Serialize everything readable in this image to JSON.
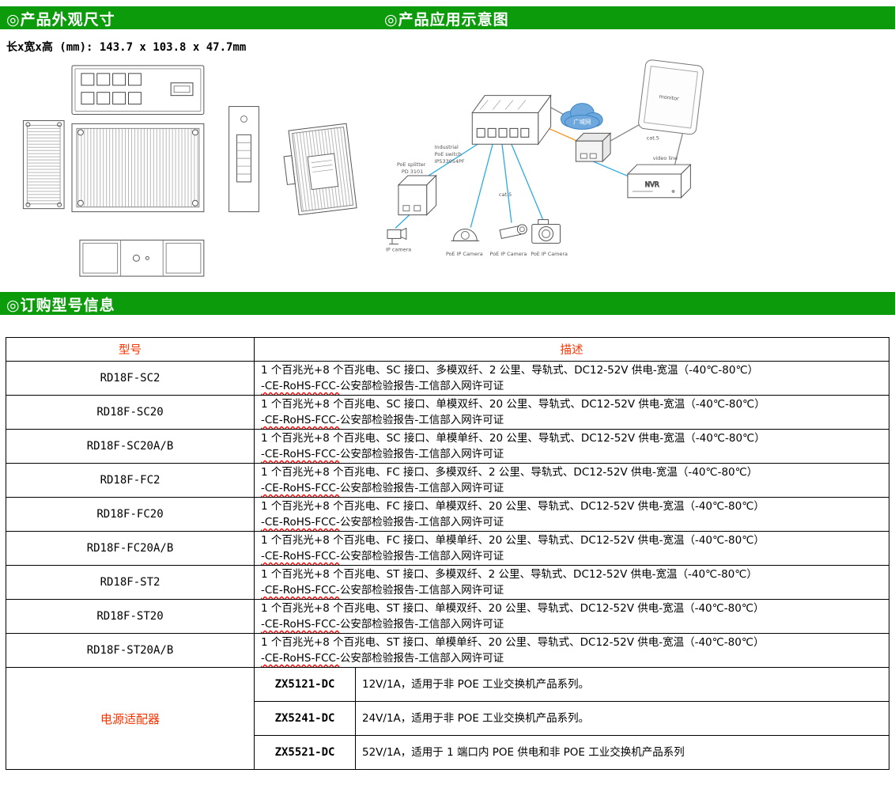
{
  "colors": {
    "section_bar_green": "#0b9b0b",
    "table_header_red": "#ff3300",
    "cable_cyan": "#29abe2",
    "cable_orange": "#f7941d"
  },
  "sections": {
    "appearance_title": "◎产品外观尺寸",
    "application_title": "◎产品应用示意图",
    "ordering_title": "◎订购型号信息"
  },
  "dimensions_text": "长x宽x高 (mm): 143.7 x 103.8 x 47.7mm",
  "diagram": {
    "switch_label_1": "Industrial",
    "switch_label_2": "PoE switch",
    "switch_label_3": "IP533054PF",
    "splitter_label_1": "PoE splitter",
    "splitter_label_2": "PD 3101",
    "cloud_label": "广域网",
    "monitor_label": "monitor",
    "nvr_label": "NVR",
    "cat5_label_1": "cat.5",
    "cat5_label_2": "cat.5",
    "video_line_label": "video line",
    "ip_camera_label": "IP camera",
    "poe_camera_label_1": "PoE IP Camera",
    "poe_camera_label_2": "PoE IP Camera",
    "poe_camera_label_3": "PoE IP Camera"
  },
  "table": {
    "header": {
      "model": "型号",
      "desc": "描述"
    },
    "rows": [
      {
        "model": "RD18F-SC2",
        "desc1": "1 个百兆光+8 个百兆电、SC 接口、多模双纤、2 公里、导轨式、DC12-52V 供电-宽温（-40℃-80℃）",
        "desc2a": "-CE-RoHS-FCC-",
        "desc2b": "公安部检验报告-工信部入网许可证"
      },
      {
        "model": "RD18F-SC20",
        "desc1": "1 个百兆光+8 个百兆电、SC 接口、单模双纤、20 公里、导轨式、DC12-52V 供电-宽温（-40℃-80℃）",
        "desc2a": "-CE-RoHS-FCC-",
        "desc2b": "公安部检验报告-工信部入网许可证"
      },
      {
        "model": "RD18F-SC20A/B",
        "desc1": "1 个百兆光+8 个百兆电、SC 接口、单模单纤、20 公里、导轨式、DC12-52V 供电-宽温（-40℃-80℃）",
        "desc2a": "-CE-RoHS-FCC-",
        "desc2b": "公安部检验报告-工信部入网许可证"
      },
      {
        "model": "RD18F-FC2",
        "desc1": "1 个百兆光+8 个百兆电、FC 接口、多模双纤、2 公里、导轨式、DC12-52V 供电-宽温（-40℃-80℃）",
        "desc2a": "-CE-RoHS-FCC-",
        "desc2b": "公安部检验报告-工信部入网许可证"
      },
      {
        "model": "RD18F-FC20",
        "desc1": "1 个百兆光+8 个百兆电、FC 接口、单模双纤、20 公里、导轨式、DC12-52V 供电-宽温（-40℃-80℃）",
        "desc2a": "-CE-RoHS-FCC-",
        "desc2b": "公安部检验报告-工信部入网许可证"
      },
      {
        "model": "RD18F-FC20A/B",
        "desc1": "1 个百兆光+8 个百兆电、FC 接口、单模单纤、20 公里、导轨式、DC12-52V 供电-宽温（-40℃-80℃）",
        "desc2a": "-CE-RoHS-FCC-",
        "desc2b": "公安部检验报告-工信部入网许可证"
      },
      {
        "model": "RD18F-ST2",
        "desc1": "1 个百兆光+8 个百兆电、ST 接口、多模双纤、2 公里、导轨式、DC12-52V 供电-宽温（-40℃-80℃）",
        "desc2a": "-CE-RoHS-FCC-",
        "desc2b": "公安部检验报告-工信部入网许可证"
      },
      {
        "model": "RD18F-ST20",
        "desc1": "1 个百兆光+8 个百兆电、ST 接口、单模双纤、20 公里、导轨式、DC12-52V 供电-宽温（-40℃-80℃）",
        "desc2a": "-CE-RoHS-FCC-",
        "desc2b": "公安部检验报告-工信部入网许可证"
      },
      {
        "model": "RD18F-ST20A/B",
        "desc1": "1 个百兆光+8 个百兆电、ST 接口、单模单纤、20 公里、导轨式、DC12-52V 供电-宽温（-40℃-80℃）",
        "desc2a": "-CE-RoHS-FCC-",
        "desc2b": "公安部检验报告-工信部入网许可证"
      }
    ],
    "adapter": {
      "label": "电源适配器",
      "rows": [
        {
          "model": "ZX5121-DC",
          "desc": "12V/1A，适用于非 POE 工业交换机产品系列。"
        },
        {
          "model": "ZX5241-DC",
          "desc": "24V/1A，适用于非 POE 工业交换机产品系列。"
        },
        {
          "model": "ZX5521-DC",
          "desc": "52V/1A，适用于 1 端口内 POE 供电和非 POE 工业交换机产品系列"
        }
      ]
    }
  }
}
